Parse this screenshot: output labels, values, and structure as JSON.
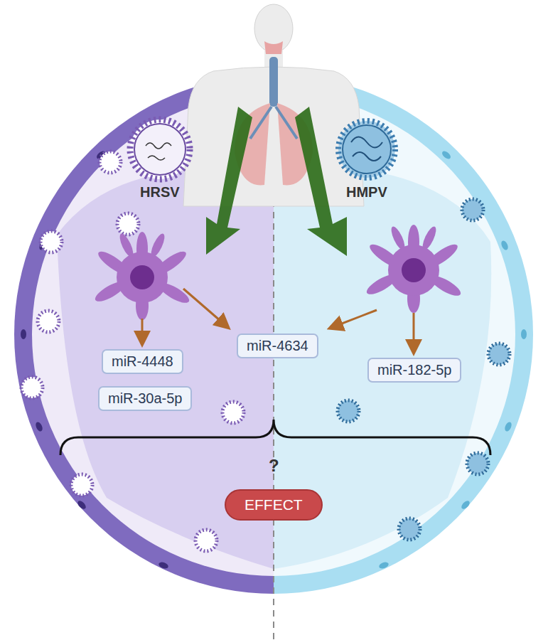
{
  "diagram": {
    "nodes": [
      {
        "text": [
          "miR-4448"
        ]
      },
      {
        "text": [
          "miR-30a-5p"
        ]
      },
      {
        "text": [
          "miR-4634"
        ]
      },
      {
        "text": [
          "miR-182-5p"
        ]
      },
      {
        "text": [
          "EFFECT"
        ]
      }
    ],
    "labels": [
      "HRSV",
      "HMPV",
      "?"
    ]
  }
}
